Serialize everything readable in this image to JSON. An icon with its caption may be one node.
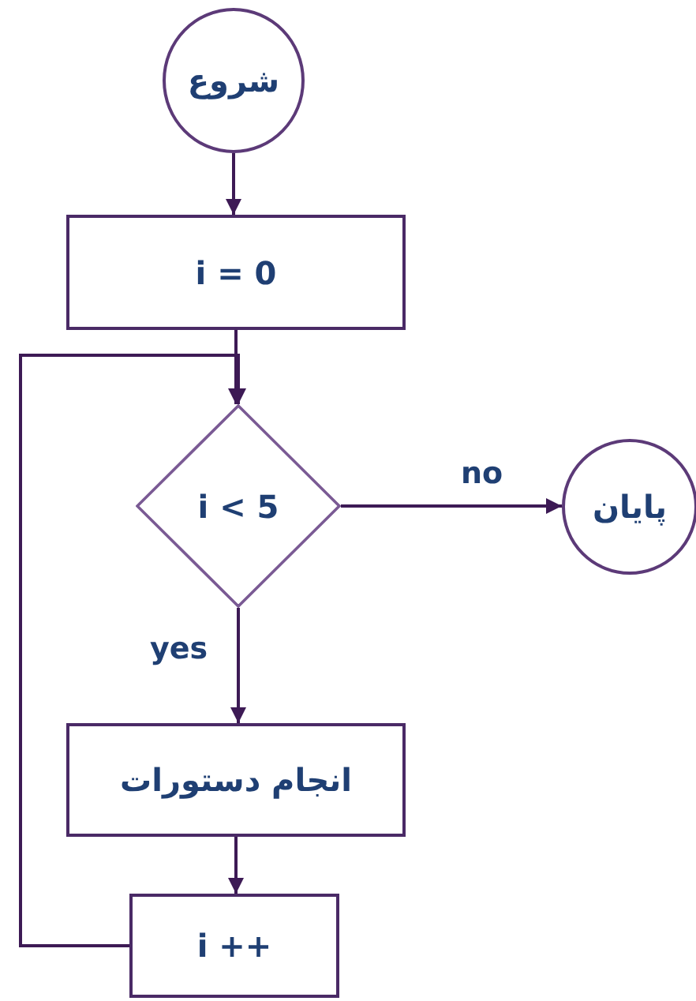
{
  "diagram": {
    "nodes": [
      {
        "text": [
          "شروع"
        ]
      },
      {
        "text": [
          "i = 0"
        ]
      },
      {
        "text": [
          "i < 5"
        ]
      },
      {
        "text": [
          "پایان"
        ]
      },
      {
        "text": [
          "انجام دستورات"
        ]
      },
      {
        "text": [
          "i ++"
        ]
      }
    ],
    "edges": [
      {
        "from": 0,
        "to": 1,
        "arrow": "to"
      },
      {
        "from": 1,
        "to": 2,
        "arrow": "to"
      },
      {
        "from": 2,
        "to": 3,
        "arrow": "to",
        "label": "no"
      },
      {
        "from": 2,
        "to": 4,
        "arrow": "to",
        "label": "yes"
      },
      {
        "from": 4,
        "to": 5,
        "arrow": "to"
      },
      {
        "from": 5,
        "to": 2,
        "arrow": "to"
      }
    ]
  }
}
